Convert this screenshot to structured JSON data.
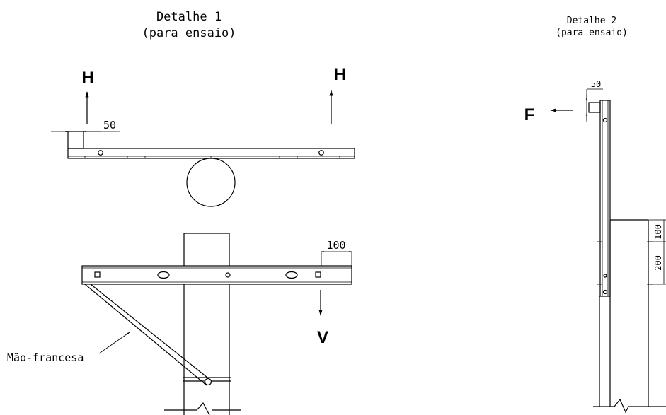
{
  "detail1": {
    "title": "Detalhe 1",
    "subtitle": "(para ensaio)",
    "force_left": "H",
    "force_right": "H",
    "dim_top": "50",
    "dim_bottom": "100",
    "force_vertical": "V",
    "brace_label": "Mão-francesa"
  },
  "detail2": {
    "title": "Detalhe 2",
    "subtitle": "(para ensaio)",
    "dim_top": "50",
    "force": "F",
    "dim_upper": "100",
    "dim_lower": "200"
  }
}
